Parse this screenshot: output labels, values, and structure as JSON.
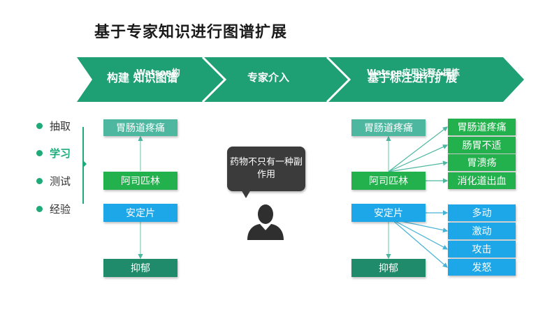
{
  "title": "基于专家知识进行图谱扩展",
  "stages": [
    {
      "label": "构建 知识图谱",
      "overlay": "Watson构"
    },
    {
      "label": "专家介入",
      "overlay": "专家介入"
    },
    {
      "label": "基于标注进行扩展",
      "overlay": "Watson应用注释&提炼"
    }
  ],
  "sidebar": [
    {
      "label": "抽取",
      "active": false
    },
    {
      "label": "学习",
      "active": true
    },
    {
      "label": "测试",
      "active": false
    },
    {
      "label": "经验",
      "active": false
    }
  ],
  "left_graph": {
    "top": "胃肠道疼痛",
    "mid": "阿司匹林",
    "blue": "安定片",
    "bottom": "抑郁"
  },
  "bubble": "药物不只有一种副作用",
  "right_graph": {
    "top": "胃肠道疼痛",
    "mid": "阿司匹林",
    "blue": "安定片",
    "bottom": "抑郁",
    "green_effects": [
      "胃肠道疼痛",
      "肠胃不适",
      "胃溃疡",
      "消化道出血"
    ],
    "blue_effects": [
      "多动",
      "激动",
      "攻击",
      "发怒"
    ]
  },
  "colors": {
    "chevron": "#1f9f74",
    "accent": "#1faa7a",
    "teal_box": "#4db7a0",
    "green_box": "#22b14c",
    "blue_box": "#1ea7e8",
    "dark_box": "#1f8b6a"
  }
}
